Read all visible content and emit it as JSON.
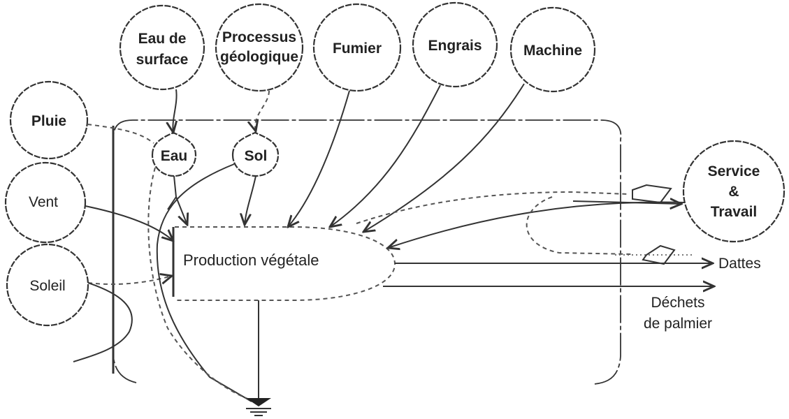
{
  "sources": {
    "pluie": "Pluie",
    "vent": "Vent",
    "soleil": "Soleil",
    "eau_surface": [
      "Eau de",
      "surface"
    ],
    "processus_geo": [
      "Processus",
      "géologique"
    ],
    "fumier": "Fumier",
    "engrais": "Engrais",
    "machine": "Machine"
  },
  "nodes": {
    "eau": "Eau",
    "sol": "Sol",
    "production": "Production végétale",
    "service": [
      "Service",
      "&",
      "Travail"
    ]
  },
  "outputs": {
    "dattes": "Dattes",
    "dechets": [
      "Déchets",
      "de palmier"
    ]
  }
}
